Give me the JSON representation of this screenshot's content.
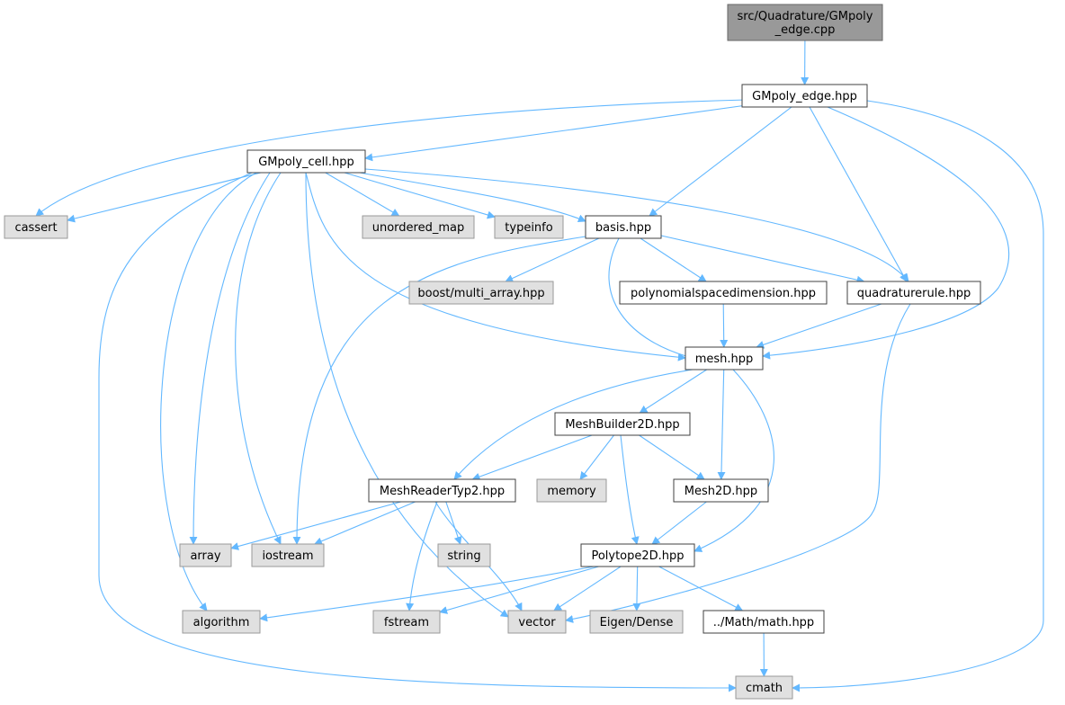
{
  "colors": {
    "edge": "#63b8ff",
    "root_fill": "#999999",
    "root_stroke": "#666666",
    "node_fill": "#ffffff",
    "node_stroke": "#404040",
    "external_fill": "#e0e0e0",
    "external_stroke": "#999999",
    "text": "#000000"
  },
  "nodes": [
    {
      "id": "root",
      "kind": "root",
      "lines": [
        "src/Quadrature/GMpoly",
        "_edge.cpp"
      ]
    },
    {
      "id": "gmpoly_edge",
      "kind": "file",
      "lines": [
        "GMpoly_edge.hpp"
      ]
    },
    {
      "id": "gmpoly_cell",
      "kind": "file",
      "lines": [
        "GMpoly_cell.hpp"
      ]
    },
    {
      "id": "cassert",
      "kind": "external",
      "lines": [
        "cassert"
      ]
    },
    {
      "id": "unordered_map",
      "kind": "external",
      "lines": [
        "unordered_map"
      ]
    },
    {
      "id": "typeinfo",
      "kind": "external",
      "lines": [
        "typeinfo"
      ]
    },
    {
      "id": "basis",
      "kind": "file",
      "lines": [
        "basis.hpp"
      ]
    },
    {
      "id": "boost_multi_array",
      "kind": "external",
      "lines": [
        "boost/multi_array.hpp"
      ]
    },
    {
      "id": "polynomialspacedimension",
      "kind": "file",
      "lines": [
        "polynomialspacedimension.hpp"
      ]
    },
    {
      "id": "quadraturerule",
      "kind": "file",
      "lines": [
        "quadraturerule.hpp"
      ]
    },
    {
      "id": "mesh",
      "kind": "file",
      "lines": [
        "mesh.hpp"
      ]
    },
    {
      "id": "meshbuilder2d",
      "kind": "file",
      "lines": [
        "MeshBuilder2D.hpp"
      ]
    },
    {
      "id": "meshreadertyp2",
      "kind": "file",
      "lines": [
        "MeshReaderTyp2.hpp"
      ]
    },
    {
      "id": "memory",
      "kind": "external",
      "lines": [
        "memory"
      ]
    },
    {
      "id": "mesh2d",
      "kind": "file",
      "lines": [
        "Mesh2D.hpp"
      ]
    },
    {
      "id": "array",
      "kind": "external",
      "lines": [
        "array"
      ]
    },
    {
      "id": "iostream",
      "kind": "external",
      "lines": [
        "iostream"
      ]
    },
    {
      "id": "string",
      "kind": "external",
      "lines": [
        "string"
      ]
    },
    {
      "id": "polytope2d",
      "kind": "file",
      "lines": [
        "Polytope2D.hpp"
      ]
    },
    {
      "id": "algorithm",
      "kind": "external",
      "lines": [
        "algorithm"
      ]
    },
    {
      "id": "fstream",
      "kind": "external",
      "lines": [
        "fstream"
      ]
    },
    {
      "id": "vector",
      "kind": "external",
      "lines": [
        "vector"
      ]
    },
    {
      "id": "eigen_dense",
      "kind": "external",
      "lines": [
        "Eigen/Dense"
      ]
    },
    {
      "id": "math",
      "kind": "file",
      "lines": [
        "../Math/math.hpp"
      ]
    },
    {
      "id": "cmath",
      "kind": "external",
      "lines": [
        "cmath"
      ]
    }
  ],
  "edges": [
    {
      "from": "root",
      "to": "gmpoly_edge"
    },
    {
      "from": "gmpoly_edge",
      "to": "gmpoly_cell"
    },
    {
      "from": "gmpoly_edge",
      "to": "cassert"
    },
    {
      "from": "gmpoly_edge",
      "to": "basis"
    },
    {
      "from": "gmpoly_edge",
      "to": "quadraturerule"
    },
    {
      "from": "gmpoly_edge",
      "to": "mesh"
    },
    {
      "from": "gmpoly_edge",
      "to": "cmath"
    },
    {
      "from": "gmpoly_cell",
      "to": "cassert"
    },
    {
      "from": "gmpoly_cell",
      "to": "unordered_map"
    },
    {
      "from": "gmpoly_cell",
      "to": "typeinfo"
    },
    {
      "from": "gmpoly_cell",
      "to": "basis"
    },
    {
      "from": "gmpoly_cell",
      "to": "quadraturerule"
    },
    {
      "from": "gmpoly_cell",
      "to": "mesh"
    },
    {
      "from": "gmpoly_cell",
      "to": "array"
    },
    {
      "from": "gmpoly_cell",
      "to": "iostream"
    },
    {
      "from": "gmpoly_cell",
      "to": "algorithm"
    },
    {
      "from": "gmpoly_cell",
      "to": "vector"
    },
    {
      "from": "gmpoly_cell",
      "to": "cmath"
    },
    {
      "from": "basis",
      "to": "boost_multi_array"
    },
    {
      "from": "basis",
      "to": "polynomialspacedimension"
    },
    {
      "from": "basis",
      "to": "quadraturerule"
    },
    {
      "from": "basis",
      "to": "mesh"
    },
    {
      "from": "basis",
      "to": "iostream"
    },
    {
      "from": "polynomialspacedimension",
      "to": "mesh"
    },
    {
      "from": "quadraturerule",
      "to": "mesh"
    },
    {
      "from": "quadraturerule",
      "to": "vector"
    },
    {
      "from": "mesh",
      "to": "meshbuilder2d"
    },
    {
      "from": "mesh",
      "to": "meshreadertyp2"
    },
    {
      "from": "mesh",
      "to": "mesh2d"
    },
    {
      "from": "mesh",
      "to": "polytope2d"
    },
    {
      "from": "meshbuilder2d",
      "to": "meshreadertyp2"
    },
    {
      "from": "meshbuilder2d",
      "to": "memory"
    },
    {
      "from": "meshbuilder2d",
      "to": "mesh2d"
    },
    {
      "from": "meshbuilder2d",
      "to": "polytope2d"
    },
    {
      "from": "mesh2d",
      "to": "polytope2d"
    },
    {
      "from": "meshreadertyp2",
      "to": "array"
    },
    {
      "from": "meshreadertyp2",
      "to": "iostream"
    },
    {
      "from": "meshreadertyp2",
      "to": "string"
    },
    {
      "from": "meshreadertyp2",
      "to": "fstream"
    },
    {
      "from": "meshreadertyp2",
      "to": "vector"
    },
    {
      "from": "polytope2d",
      "to": "algorithm"
    },
    {
      "from": "polytope2d",
      "to": "fstream"
    },
    {
      "from": "polytope2d",
      "to": "vector"
    },
    {
      "from": "polytope2d",
      "to": "eigen_dense"
    },
    {
      "from": "polytope2d",
      "to": "math"
    },
    {
      "from": "math",
      "to": "cmath"
    }
  ]
}
